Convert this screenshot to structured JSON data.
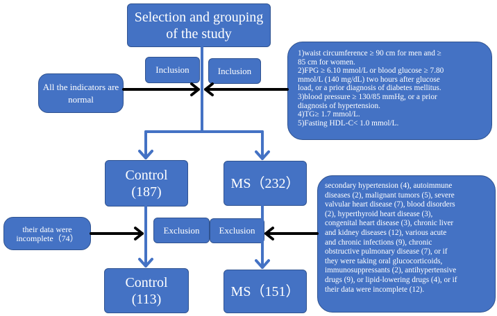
{
  "nodes": {
    "title": "Selection and grouping\nof the study",
    "inclusion_left": "Inclusion",
    "inclusion_right": "Inclusion",
    "normal_indicators": "All the indicators are\nnormal",
    "control_initial": "Control\n(187)",
    "ms_initial": "MS（232）",
    "incomplete_data": "their data were\nincomplete（74）",
    "exclusion_left": "Exclusion",
    "exclusion_right": "Exclusion",
    "control_final": "Control\n(113)",
    "ms_final": "MS（151）"
  },
  "inclusion_criteria": [
    "1)waist circumference ≥ 90 cm for men and ≥",
    "85 cm for women.",
    "2)FPG ≥ 6.10 mmol/L or blood glucose ≥ 7.80",
    "mmol/L (140 mg/dL) two hours after glucose",
    "load, or a prior diagnosis of diabetes mellitus.",
    "3)blood pressure ≥ 130/85 mmHg, or a prior",
    "diagnosis of hypertension.",
    "4)TG≥ 1.7 mmol/L.",
    "5)Fasting HDL-C< 1.0 mmol/L."
  ],
  "exclusion_criteria": [
    "secondary hypertension (4), autoimmune",
    "diseases (2), malignant tumors (5), severe",
    "valvular heart disease (7), blood disorders",
    "(2), hyperthyroid heart disease (3),",
    "congenital heart disease (3), chronic liver",
    "and kidney diseases (12), various acute",
    "and chronic infections (9), chronic",
    "obstructive pulmonary disease (7), or if",
    "they were taking oral glucocorticoids,",
    "immunosuppressants (2), antihypertensive",
    "drugs (9), or lipid-lowering drugs (4), or if",
    "their data were incomplete (12)."
  ],
  "colors": {
    "box_fill": "#4472C4",
    "box_border": "#2F528F",
    "connector": "#4472C4",
    "pointer_arrow": "#000000",
    "text": "#FFFFFF"
  }
}
